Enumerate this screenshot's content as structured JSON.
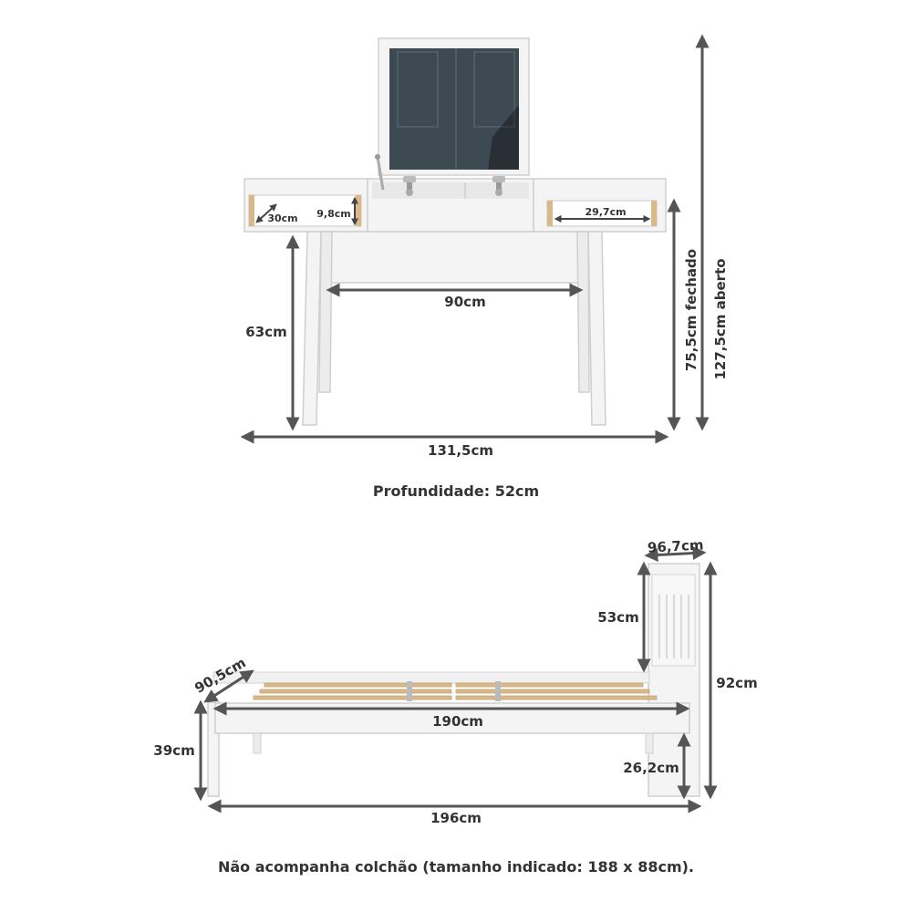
{
  "colors": {
    "furniture": "#f4f4f4",
    "furniture_edge": "#cfcfcf",
    "mirror": "#3e4a52",
    "wood": "#d9b98a",
    "dimension_line": "#555555",
    "text": "#333333"
  },
  "vanity": {
    "dims": {
      "total_width": "131,5cm",
      "leg_height": "63cm",
      "inner_width": "90cm",
      "height_closed": "75,5cm fechado",
      "height_open": "127,5cm aberto",
      "niche_depth": "30cm",
      "niche_height": "9,8cm",
      "niche_width": "29,7cm"
    },
    "depth_caption": "Profundidade: 52cm"
  },
  "bed": {
    "dims": {
      "headboard_width": "96,7cm",
      "headboard_height": "53cm",
      "total_height": "92cm",
      "frame_width": "90,5cm",
      "inner_length": "190cm",
      "frame_height": "39cm",
      "floor_clearance": "26,2cm",
      "total_length": "196cm"
    },
    "caption": "Não acompanha colchão (tamanho indicado: 188 x 88cm)."
  }
}
